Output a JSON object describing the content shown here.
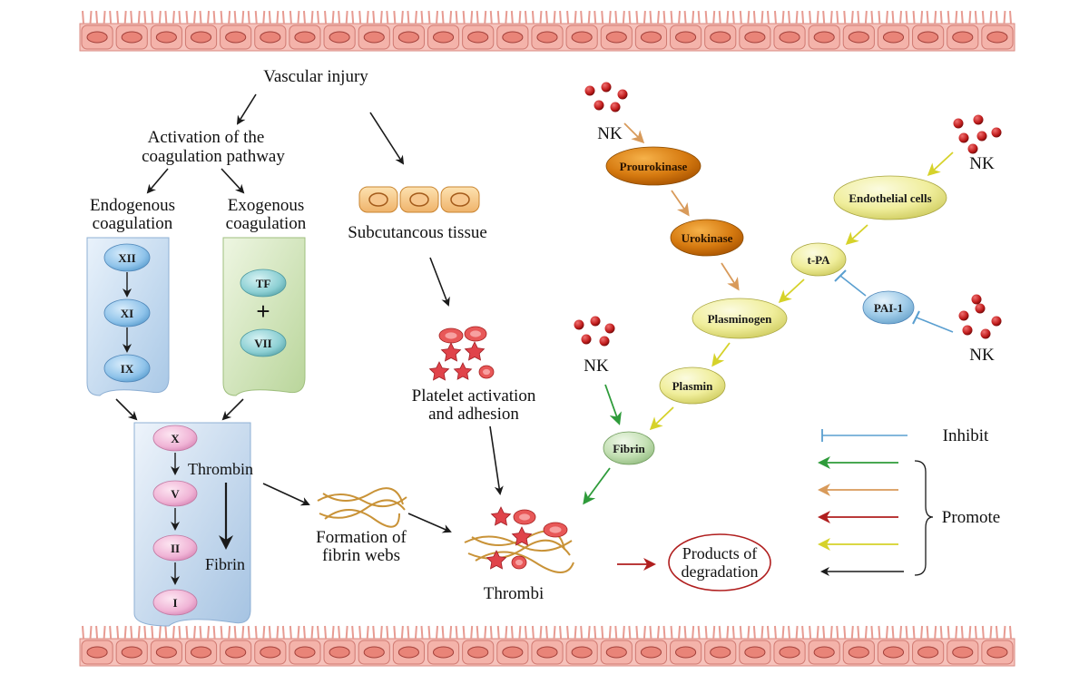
{
  "labels": {
    "vascular_injury": "Vascular injury",
    "activation_l1": "Activation of the",
    "activation_l2": "coagulation pathway",
    "endogenous_l1": "Endogenous",
    "endogenous_l2": "coagulation",
    "exogenous_l1": "Exogenous",
    "exogenous_l2": "coagulation",
    "subcutaneous": "Subcutancous tissue",
    "platelet_l1": "Platelet activation",
    "platelet_l2": "and adhesion",
    "formation_l1": "Formation of",
    "formation_l2": "fibrin webs",
    "thrombi": "Thrombi",
    "products_l1": "Products of",
    "products_l2": "degradation",
    "thrombin": "Thrombin",
    "fibrin_left": "Fibrin",
    "nk": "NK",
    "plus": "+"
  },
  "factors": {
    "intrinsic": [
      "XII",
      "XI",
      "IX"
    ],
    "extrinsic": [
      "TF",
      "VII"
    ],
    "common": [
      "X",
      "V",
      "II",
      "I"
    ]
  },
  "fibrinolysis": {
    "prourokinase": "Prourokinase",
    "urokinase": "Urokinase",
    "endothelial": "Endothelial cells",
    "tpa": "t-PA",
    "pai1": "PAI-1",
    "plasminogen": "Plasminogen",
    "plasmin": "Plasmin",
    "fibrin": "Fibrin"
  },
  "legend": {
    "inhibit": "Inhibit",
    "promote": "Promote"
  },
  "colors": {
    "black": "#1a1a1a",
    "green": "#2e9b3a",
    "tan": "#d89a5a",
    "red": "#b01e1e",
    "yellow": "#d6d22a",
    "blue": "#5a9fd0",
    "vessel": "#f2a7a0"
  }
}
